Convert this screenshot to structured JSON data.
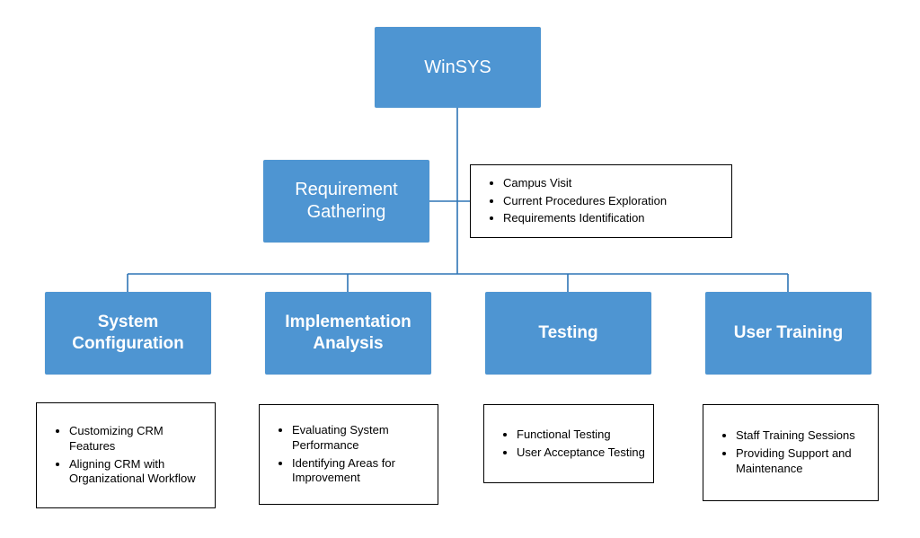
{
  "colors": {
    "node_fill": "#4E95D2",
    "node_text": "#FFFFFF",
    "connector": "#2E75B6",
    "detail_border": "#000000"
  },
  "diagram": {
    "root": {
      "label": "WinSYS"
    },
    "level2": {
      "node": {
        "label": "Requirement Gathering"
      },
      "details": [
        "Campus Visit",
        "Current Procedures Exploration",
        "Requirements Identification"
      ]
    },
    "level3": [
      {
        "label": "System Configuration",
        "details": [
          "Customizing CRM Features",
          "Aligning CRM with Organizational Workflow"
        ]
      },
      {
        "label": "Implementation Analysis",
        "details": [
          "Evaluating System Performance",
          "Identifying Areas for Improvement"
        ]
      },
      {
        "label": "Testing",
        "details": [
          "Functional Testing",
          "User Acceptance Testing"
        ]
      },
      {
        "label": "User Training",
        "details": [
          "Staff Training Sessions",
          "Providing Support and Maintenance"
        ]
      }
    ]
  }
}
